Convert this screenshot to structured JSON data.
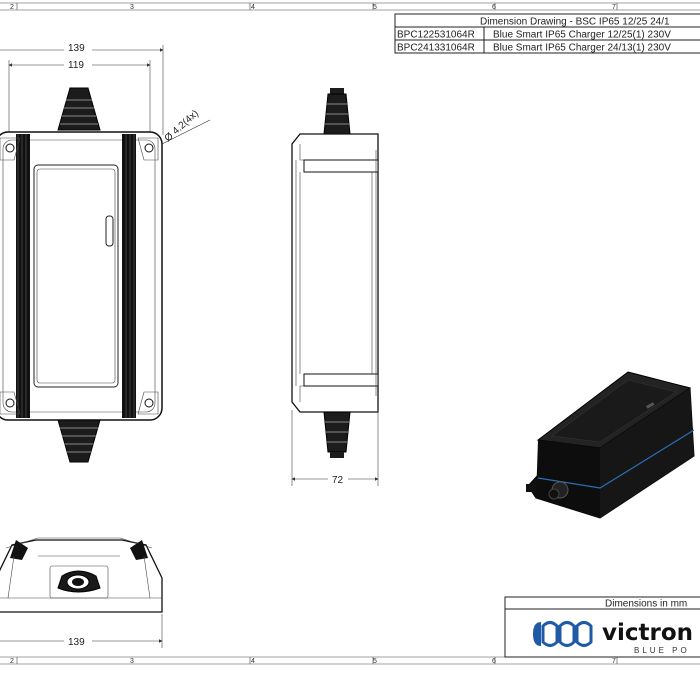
{
  "border": {
    "top_zones": [
      "2",
      "3",
      "4",
      "5",
      "6",
      "7"
    ],
    "bottom_zones": [
      "2",
      "3",
      "4",
      "5",
      "6",
      "7"
    ]
  },
  "title_block": {
    "title": "Dimension Drawing - BSC IP65 12/25 24/1",
    "rows": [
      {
        "code": "BPC122531064R",
        "description": "Blue Smart IP65 Charger 12/25(1) 230V"
      },
      {
        "code": "BPC241331064R",
        "description": "Blue Smart IP65 Charger 24/13(1) 230V"
      }
    ]
  },
  "dimensions": {
    "overall_width_top": "139",
    "mount_spacing": "119",
    "hole_diameter": "Ø 4.2(4x)",
    "side_depth": "72",
    "overall_width_bottom": "139"
  },
  "footer": {
    "units_note": "Dimensions in mm",
    "brand": "victron e",
    "brand_sub": "BLUE PO",
    "brand_color": "#1f5aa6"
  }
}
